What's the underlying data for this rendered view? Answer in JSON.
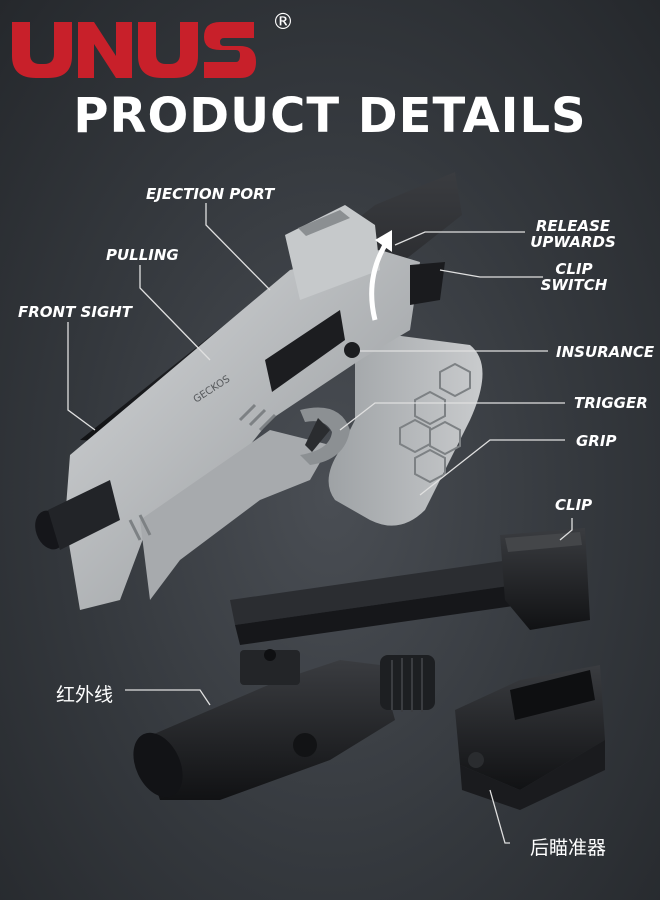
{
  "brand": {
    "name": "UNUS",
    "registered_mark": "®",
    "accent_color": "#c8202a"
  },
  "title": "PRODUCT DETAILS",
  "labels": {
    "ejection_port": "EJECTION PORT",
    "pulling": "PULLING",
    "front_sight": "FRONT SIGHT",
    "release_line1": "RELEASE",
    "release_line2": "UPWARDS",
    "clip_switch_line1": "CLIP",
    "clip_switch_line2": "SWITCH",
    "insurance": "INSURANCE",
    "trigger": "TRIGGER",
    "grip": "GRIP",
    "clip": "CLIP",
    "infrared": "红外线",
    "rear_sight": "后瞄准器"
  },
  "engravings": {
    "slide_text": "GECKOS"
  },
  "colors": {
    "background": "#34383d",
    "body": "#b9bcbf",
    "metal": "#1c1d20",
    "leader_line": "#e0e0e0"
  }
}
